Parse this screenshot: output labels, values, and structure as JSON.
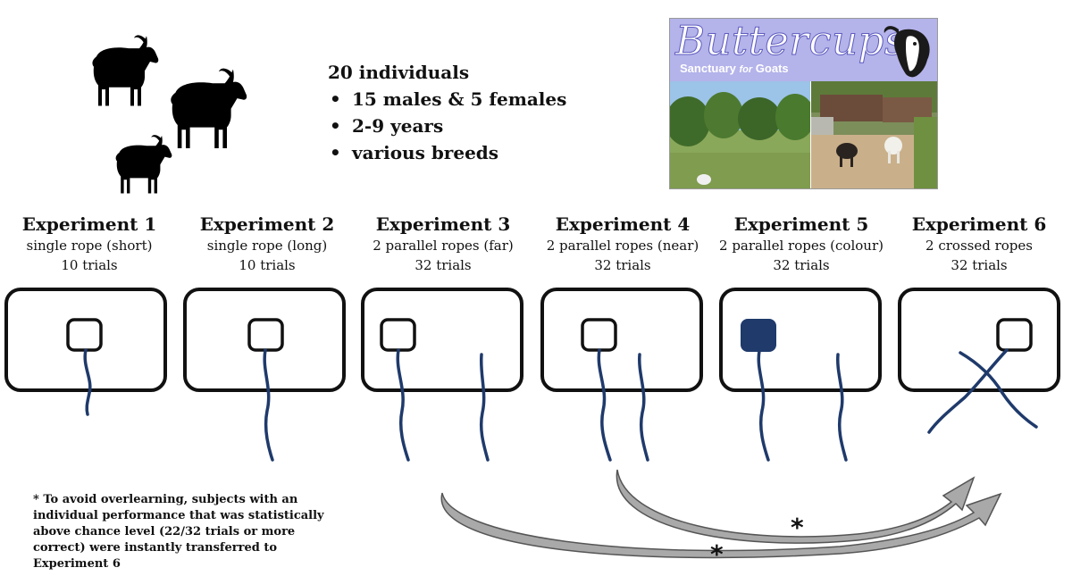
{
  "summary": {
    "heading": "20 individuals",
    "bullets": [
      "15 males & 5 females",
      "2-9 years",
      "various breeds"
    ]
  },
  "logo": {
    "name": "Buttercups",
    "sub_before": "Sanctuary",
    "sub_mid": "for",
    "sub_after": "Goats"
  },
  "experiments": [
    {
      "title": "Experiment 1",
      "condition": "single rope (short)",
      "trials": "10 trials"
    },
    {
      "title": "Experiment 2",
      "condition": "single rope (long)",
      "trials": "10 trials"
    },
    {
      "title": "Experiment 3",
      "condition": "2 parallel ropes (far)",
      "trials": "32 trials"
    },
    {
      "title": "Experiment 4",
      "condition": "2 parallel ropes (near)",
      "trials": "32 trials"
    },
    {
      "title": "Experiment 5",
      "condition": "2 parallel ropes (colour)",
      "trials": "32 trials"
    },
    {
      "title": "Experiment 6",
      "condition": "2 crossed ropes",
      "trials": "32 trials"
    }
  ],
  "arrows": {
    "marker": "*"
  },
  "footnote": "* To avoid overlearning, subjects with an individual performance that was statistically above chance level (22/32 trials or more correct) were instantly transferred to Experiment 6",
  "colors": {
    "rope": "#1f3a6b",
    "box": "#111111",
    "arrow_fill": "#a9a9a9",
    "logo_banner": "#b4b3ea"
  }
}
